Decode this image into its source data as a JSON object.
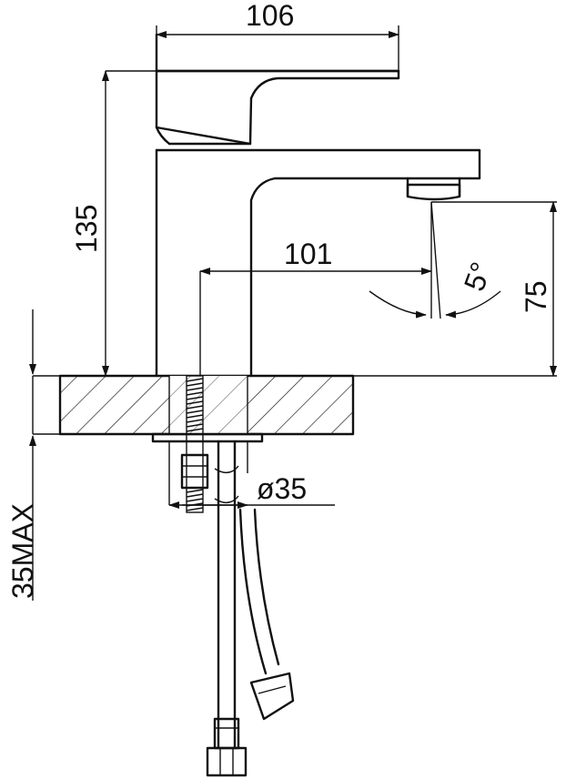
{
  "dimensions": {
    "spout_top_width": "106",
    "height": "135",
    "reach": "101",
    "spout_height": "75",
    "angle": "5°",
    "hole_diameter": "ø35",
    "deck_thickness": "35MAX"
  }
}
